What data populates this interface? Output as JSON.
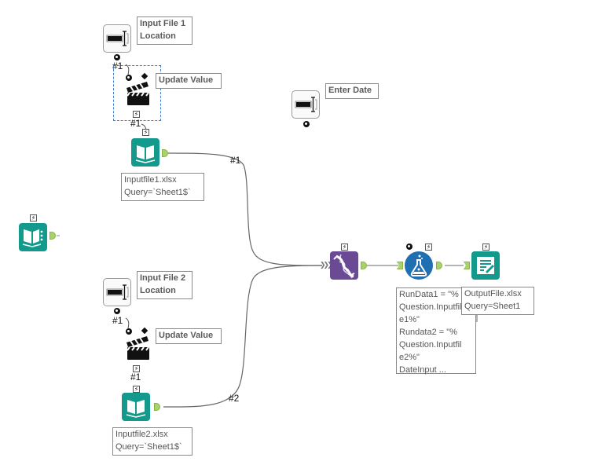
{
  "canvas": {
    "background": "#ffffff"
  },
  "colors": {
    "input_teal": "#149a8c",
    "formula_purple": "#6a4a94",
    "flask_blue": "#1f6fb2",
    "anchor_green": "#a8d26a",
    "selection_blue": "#3a7fd0"
  },
  "tools": {
    "text_box_1": {
      "icon": "text-box-icon",
      "annotation": "Input File 1\nLocation"
    },
    "action_1": {
      "icon": "clapperboard-icon",
      "annotation": "Update Value"
    },
    "input_1": {
      "icon": "book-icon",
      "annotation": "Inputfile1.xlsx\nQuery=`Sheet1$`"
    },
    "date_box": {
      "icon": "text-box-icon",
      "annotation": "Enter Date"
    },
    "macro_input": {
      "icon": "book-macro-icon"
    },
    "text_box_2": {
      "icon": "text-box-icon",
      "annotation": "Input File 2\nLocation"
    },
    "action_2": {
      "icon": "clapperboard-icon",
      "annotation": "Update Value"
    },
    "input_2": {
      "icon": "book-icon",
      "annotation": "Inputfile2.xlsx\nQuery=`Sheet1$`"
    },
    "union": {
      "icon": "dna-icon"
    },
    "formula": {
      "icon": "flask-icon",
      "annotation": "RunData1 = \"%\nQuestion.Inputfil\ne1%\"\nRundata2 = \"%\nQuestion.Inputfil\ne2%\"\nDateInput ..."
    },
    "output": {
      "icon": "output-file-icon",
      "annotation": "OutputFile.xlsx\nQuery=Sheet1"
    }
  },
  "connection_labels": {
    "tb1_to_action1": "#1",
    "action1_to_input1": "#1",
    "input1_to_union": "#1",
    "tb2_to_action2": "#1",
    "action2_to_input2": "#1",
    "input2_to_union": "#2"
  },
  "badges": {
    "bolt": "⚡"
  }
}
